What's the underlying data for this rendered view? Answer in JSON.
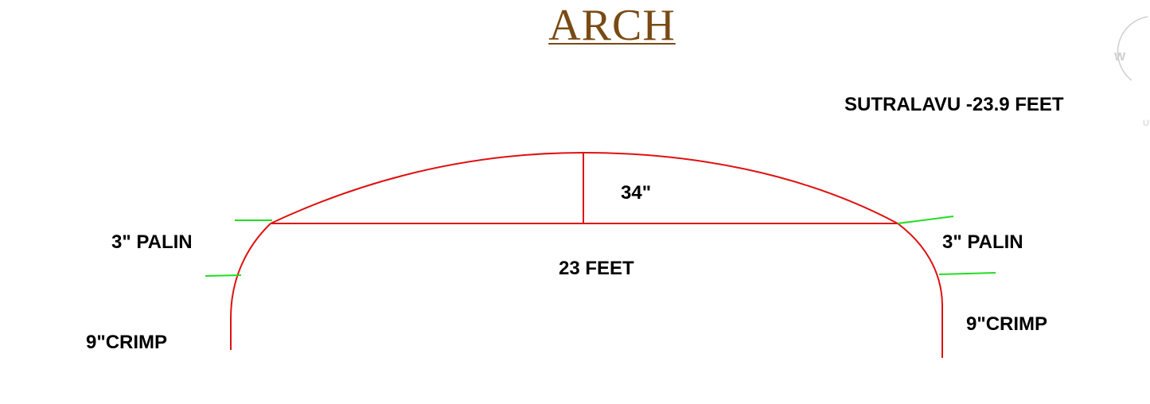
{
  "title": "ARCH",
  "labels": {
    "length": "SUTRALAVU -23.9 FEET",
    "rise": "34\"",
    "span": "23 FEET",
    "palin_left": "3\" PALIN",
    "palin_right": "3\" PALIN",
    "crimp_left": "9\"CRIMP",
    "crimp_right": "9\"CRIMP"
  },
  "viewcube": {
    "west": "W",
    "bottom": "U"
  },
  "colors": {
    "title": "#7a4a14",
    "arch_line": "#e01010",
    "marker_line": "#22dd22",
    "text": "#000000",
    "viewcube": "#cfcfcf"
  }
}
